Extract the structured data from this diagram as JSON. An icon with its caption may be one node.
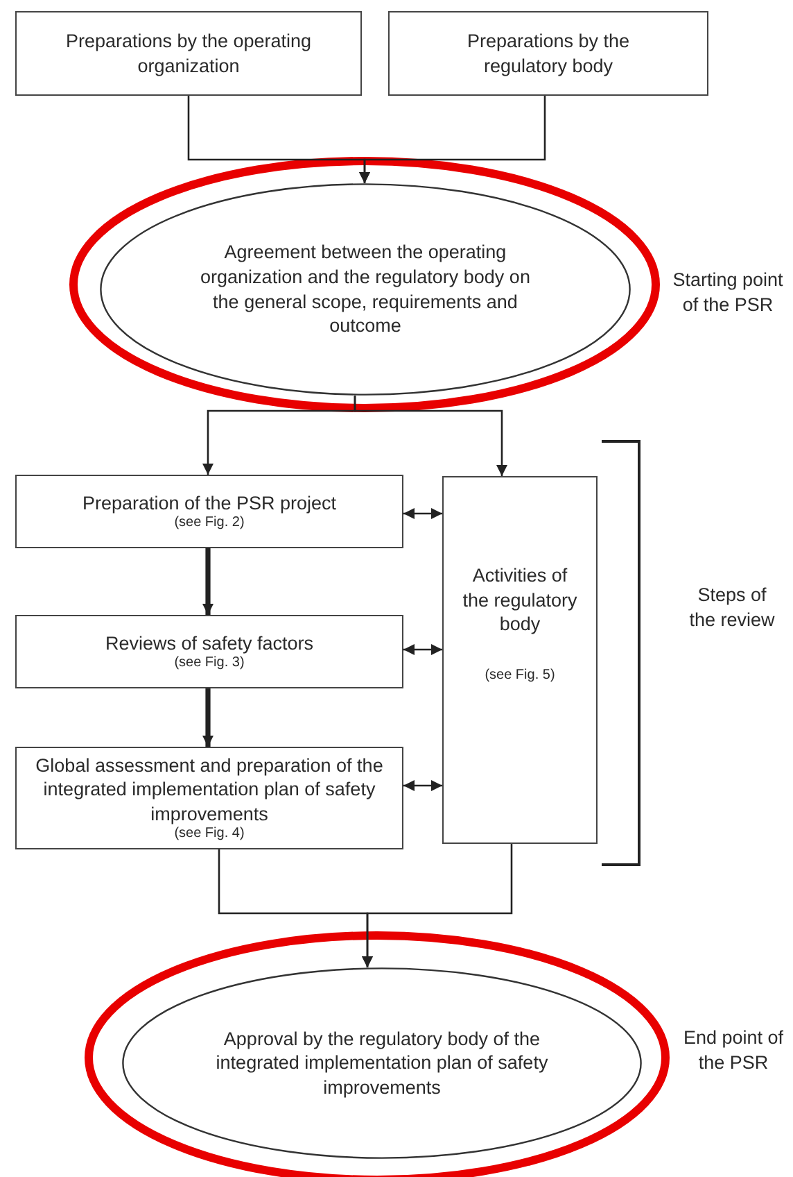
{
  "diagram": {
    "nodes": [
      {
        "text": [
          "Preparations by the operating organization"
        ]
      },
      {
        "text": [
          "Preparations by the regulatory body"
        ]
      },
      {
        "text": [
          "Agreement between the operating organization and the regulatory body on the general scope, requirements and outcome"
        ],
        "beside": [
          "Starting point of the PSR"
        ]
      },
      {
        "text": [
          "Preparation of the PSR project",
          "(see Fig. 2)"
        ]
      },
      {
        "text": [
          "Reviews of safety factors",
          "(see Fig. 3)"
        ]
      },
      {
        "text": [
          "Global assessment and preparation of the integrated implementation plan of safety improvements",
          "(see Fig. 4)"
        ]
      },
      {
        "text": [
          "Activities of the regulatory body",
          "(see Fig. 5)"
        ]
      },
      {
        "text": [
          "Approval by the regulatory body of the integrated implementation plan of safety improvements"
        ],
        "beside": [
          "End point of the PSR"
        ]
      }
    ],
    "edges": [
      {
        "from": 0,
        "to": 2,
        "arrow": "to"
      },
      {
        "from": 1,
        "to": 2,
        "arrow": "to"
      },
      {
        "from": 2,
        "to": 3,
        "arrow": "to"
      },
      {
        "from": 2,
        "to": 6,
        "arrow": "to"
      },
      {
        "from": 3,
        "to": 4,
        "arrow": "to",
        "style": "thick"
      },
      {
        "from": 4,
        "to": 5,
        "arrow": "to",
        "style": "thick"
      },
      {
        "from": 3,
        "to": 6,
        "arrow": "both"
      },
      {
        "from": 4,
        "to": 6,
        "arrow": "both"
      },
      {
        "from": 5,
        "to": 6,
        "arrow": "both"
      },
      {
        "from": 5,
        "to": 7,
        "arrow": "to"
      },
      {
        "from": 6,
        "to": 7,
        "arrow": "to"
      }
    ],
    "labels": [
      "Steps of the review"
    ]
  }
}
